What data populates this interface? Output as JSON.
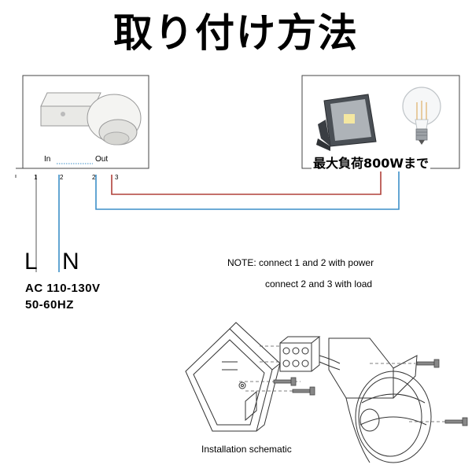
{
  "title": "取り付け方法",
  "sensor_box": {
    "in_label": "In",
    "out_label": "Out"
  },
  "terminals": [
    "1",
    "2",
    "2",
    "3"
  ],
  "load_box": {
    "max_load_label": "最大負荷800Wまで"
  },
  "power": {
    "l_label": "L",
    "n_label": "N",
    "voltage": "AC 110-130V",
    "frequency": "50-60HZ"
  },
  "notes": [
    "NOTE: connect 1 and 2 with power",
    "connect 2 and 3 with load"
  ],
  "schematic_caption": "Installation schematic",
  "colors": {
    "live_wire": "#b0413a",
    "neutral_wire": "#3d8fc8",
    "box_border": "#444444"
  }
}
